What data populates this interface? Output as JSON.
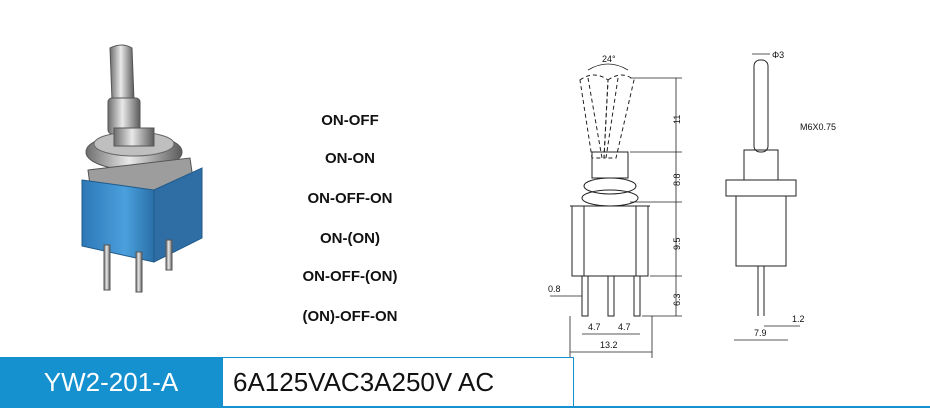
{
  "product": {
    "model": "YW2-201-A",
    "rating": "6A125VAC3A250V AC"
  },
  "modes": [
    "ON-OFF",
    "ON-ON",
    "ON-OFF-ON",
    "ON-(ON)",
    "ON-OFF-(ON)",
    "(ON)-OFF-ON"
  ],
  "drawing": {
    "angle": "24°",
    "thread": "M6X0.75",
    "diameter": "Φ3",
    "dim_11": "11",
    "dim_8_8": "8.8",
    "dim_9_5": "9.5",
    "dim_6_3": "6.3",
    "dim_0_8": "0.8",
    "dim_4_7_left": "4.7",
    "dim_4_7_right": "4.7",
    "dim_13_2": "13.2",
    "dim_1_2": "1.2",
    "dim_7_9": "7.9"
  },
  "colors": {
    "accent": "#1591cf",
    "switch_body": "#3d8fcf",
    "metal": "#a9a9a9"
  }
}
